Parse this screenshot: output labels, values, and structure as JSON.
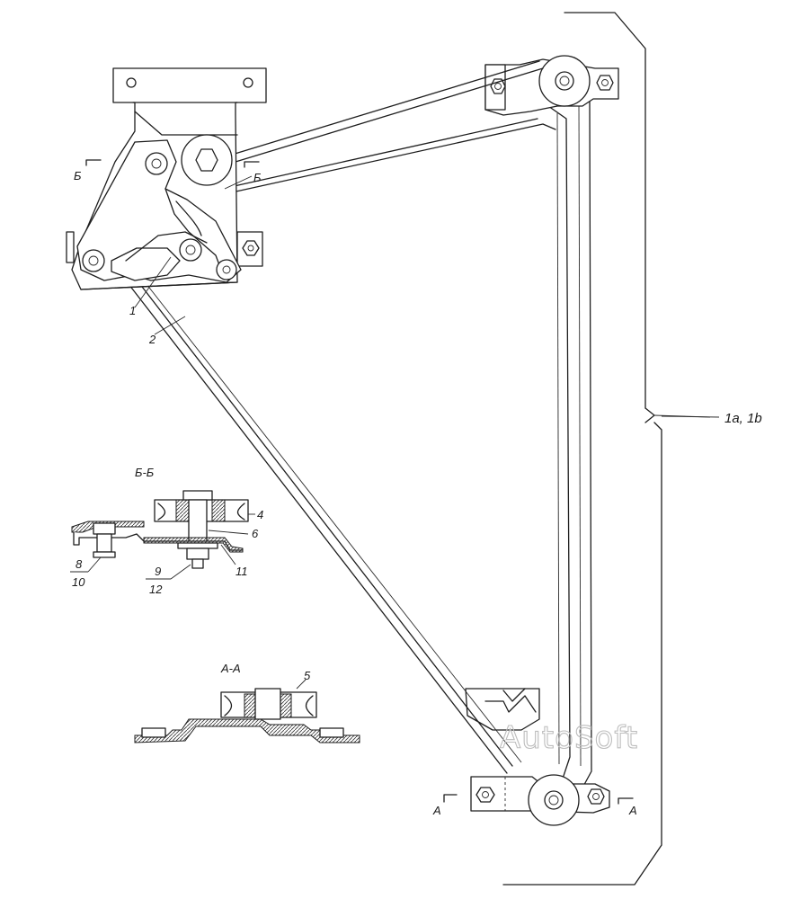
{
  "labels": {
    "part_1": "1",
    "part_2": "2",
    "part_4": "4",
    "part_5": "5",
    "part_6": "6",
    "part_8": "8",
    "part_9": "9",
    "part_10": "10",
    "part_11": "11",
    "part_12": "12",
    "assembly": "1a, 1b"
  },
  "sections": {
    "bb_title": "Б-Б",
    "bb_mark_left": "Б",
    "bb_mark_right": "Б",
    "aa_title": "А-А",
    "aa_mark_left": "А",
    "aa_mark_right": "А"
  },
  "watermark": "AutoSoft"
}
